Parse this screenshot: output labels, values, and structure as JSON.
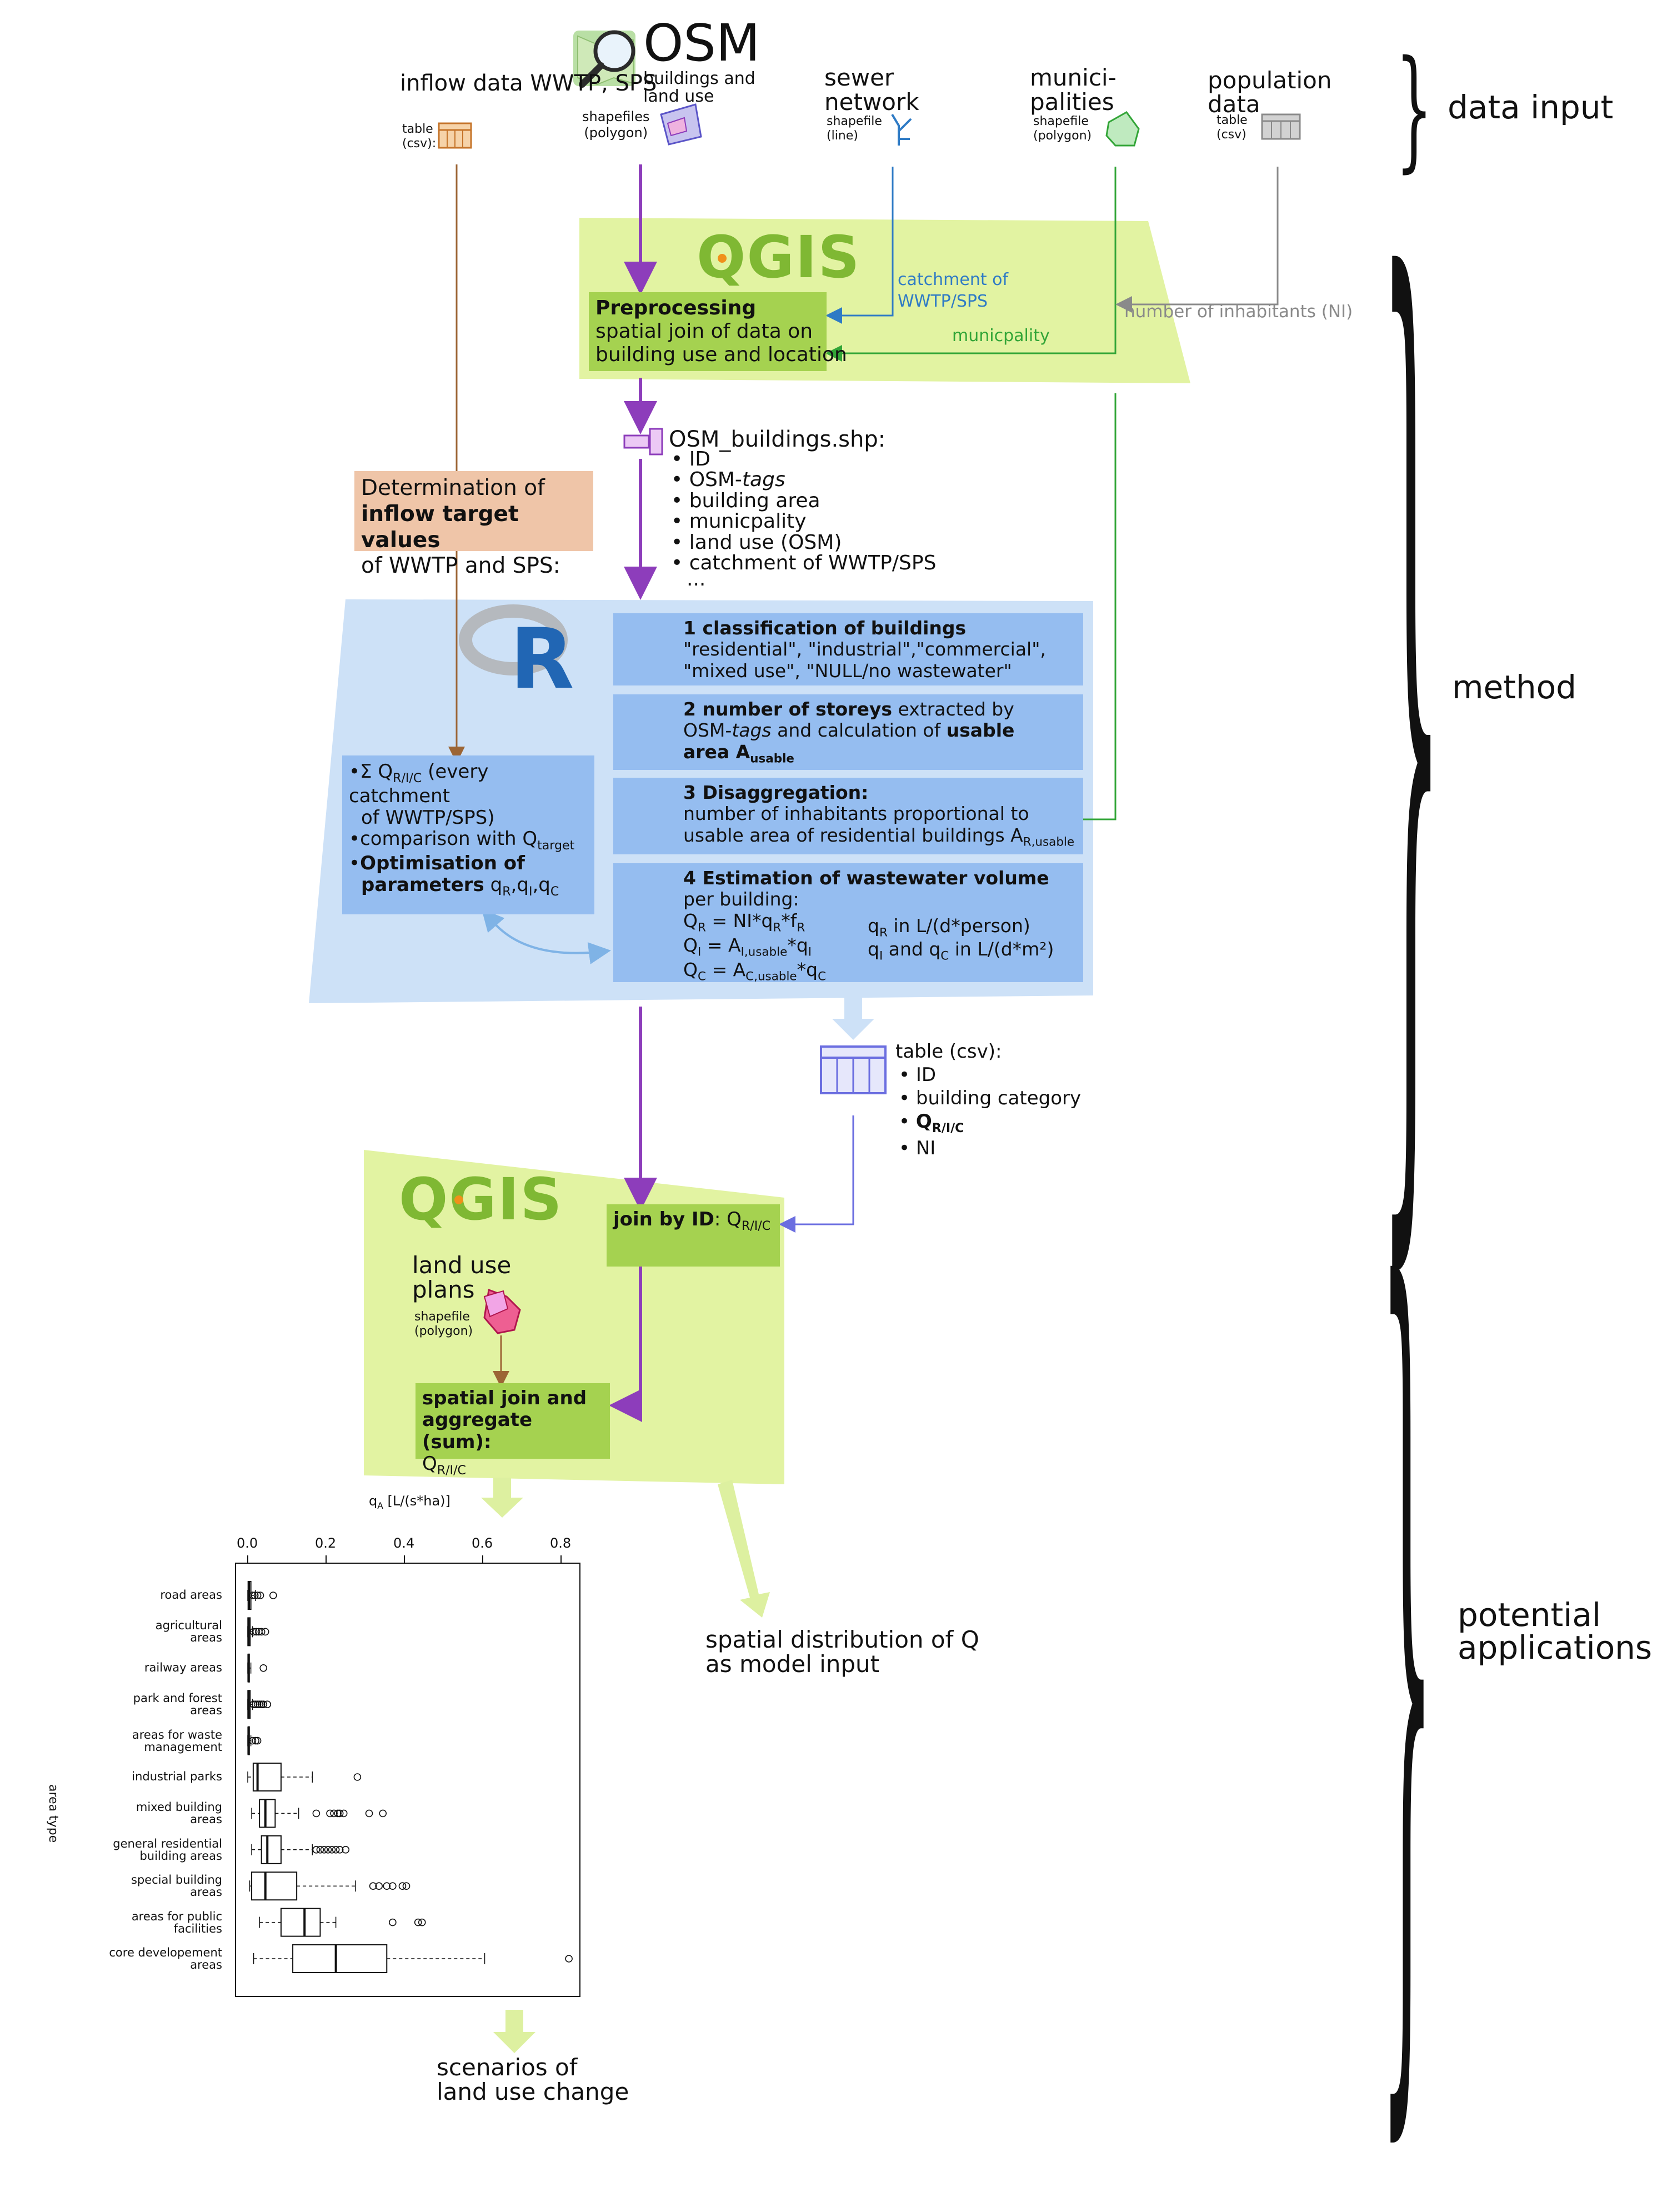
{
  "inputs": {
    "inflow": {
      "title": "inflow data\nWWTP, SPS",
      "sub": "table\n(csv):"
    },
    "osm": {
      "title": "OSM",
      "subtitle": "buildings and\nland use",
      "sub": "shapefiles\n(polygon)"
    },
    "sewer": {
      "title": "sewer\nnetwork",
      "sub": "shapefile\n(line)"
    },
    "muni": {
      "title": "munici-\npalities",
      "sub": "shapefile\n(polygon)"
    },
    "pop": {
      "title": "population\ndata",
      "sub": "table\n(csv)"
    }
  },
  "sections": {
    "data_input": "data input",
    "method": "method",
    "potential_applications": "potential\napplications"
  },
  "qgis_logo": "QGIS",
  "r_logo": "R",
  "preprocessing": {
    "title": "Preprocessing",
    "text": "spatial join of data on\nbuilding use and location",
    "catchment_label": "catchment of\nWWTP/SPS",
    "municipality_label": "municpality",
    "inhabitants_label": "number of inhabitants (NI)"
  },
  "osm_buildings": {
    "title": "OSM_buildings.shp:",
    "items": [
      "ID",
      "OSM-tags",
      "building area",
      "municpality",
      "land use (OSM)",
      "catchment of WWTP/SPS"
    ],
    "ellipsis": "..."
  },
  "inflow_target": {
    "l1": "Determination of",
    "l2": "inflow target values",
    "l3": "of WWTP and SPS:"
  },
  "steps": {
    "s1": {
      "title": "1 classification of buildings",
      "text": "\"residential\", \"industrial\",\"commercial\",\n\"mixed use\", \"NULL/no wastewater\""
    },
    "s2": {
      "title": "2 number of storeys",
      "t1": " extracted by",
      "t2": "OSM-",
      "t2i": "tags",
      "t3": " and calculation of ",
      "t3b": "usable",
      "t4b": "area A",
      "t4sub": "usable"
    },
    "s3": {
      "title": "3 Disaggregation:",
      "t1": "number of inhabitants proportional to",
      "t2": "usable area of residential buildings A",
      "t2sub": "R,usable"
    },
    "s4": {
      "title": "4 Estimation of wastewater volume",
      "t1": "per building:",
      "unit1": "in L/(d*person)",
      "unit2": "in L/(d*m²)"
    }
  },
  "optimisation": {
    "l1": "Σ Q",
    "l1sub": "R/I/C",
    "l1b": " (every catchment",
    "l2": "of WWTP/SPS)",
    "l3": "comparison with Q",
    "l3sub": "target",
    "l4": "Optimisation of",
    "l5": "parameters"
  },
  "table_output": {
    "title": "table (csv):",
    "items": [
      "ID",
      "building category",
      "Q",
      "NI"
    ],
    "qsub": "R/I/C"
  },
  "join_by_id": {
    "title": "join by ID",
    "text": ": Q",
    "sub": "R/I/C"
  },
  "land_use": {
    "title": "land use\nplans",
    "sub": "shapefile\n(polygon)"
  },
  "spatial_join": {
    "l1": "spatial join and",
    "l2": "aggregate (sum):",
    "l3": "Q",
    "l3sub": "R/I/C"
  },
  "spatial_distribution": "spatial distribution of Q\nas model input",
  "scenarios": "scenarios of\nland use change",
  "colors": {
    "qgis_green": "#e2f3a2",
    "qgis_box": "#a5d250",
    "r_blue": "#cde1f7",
    "r_box": "#95bdf0",
    "orange": "#efc5a8",
    "purple": "#8d3dbb",
    "brown": "#9c6535",
    "sewer_blue": "#2f7bc5",
    "muni_green": "#32a537",
    "gray": "#8a8a8a",
    "light_arrow": "#ddf0a0"
  },
  "chart_data": {
    "type": "boxplot",
    "orientation": "horizontal",
    "xlabel": "q",
    "xlabel_sub": "A",
    "xlabel_unit": "[L/(s*ha)]",
    "ylabel": "area type",
    "xlim": [
      0.0,
      0.85
    ],
    "xticks": [
      "0.0",
      "0.2",
      "0.4",
      "0.6",
      "0.8"
    ],
    "xtick_values": [
      0.0,
      0.2,
      0.4,
      0.6,
      0.8
    ],
    "categories": [
      "road areas",
      "agricultural\nareas",
      "railway areas",
      "park and forest\nareas",
      "areas for waste\nmanagement",
      "industrial parks",
      "mixed building\nareas",
      "general residential\nbuilding areas",
      "special building\nareas",
      "areas for public\nfacilities",
      "core developement\nareas"
    ],
    "series": [
      {
        "min": 0.0,
        "q1": 0.001,
        "median": 0.003,
        "q3": 0.008,
        "max": 0.02,
        "outliers": [
          0.012,
          0.018,
          0.025,
          0.032,
          0.065
        ]
      },
      {
        "min": 0.0,
        "q1": 0.0005,
        "median": 0.002,
        "q3": 0.006,
        "max": 0.012,
        "outliers": [
          0.015,
          0.022,
          0.028,
          0.035,
          0.045
        ]
      },
      {
        "min": 0.0,
        "q1": 0.001,
        "median": 0.002,
        "q3": 0.004,
        "max": 0.008,
        "outliers": [
          0.04
        ]
      },
      {
        "min": 0.0,
        "q1": 0.0005,
        "median": 0.002,
        "q3": 0.006,
        "max": 0.012,
        "outliers": [
          0.015,
          0.02,
          0.025,
          0.03,
          0.035,
          0.04,
          0.05
        ]
      },
      {
        "min": 0.0,
        "q1": 0.001,
        "median": 0.002,
        "q3": 0.004,
        "max": 0.008,
        "outliers": [
          0.012,
          0.02,
          0.025
        ]
      },
      {
        "min": 0.0,
        "q1": 0.014,
        "median": 0.025,
        "q3": 0.085,
        "max": 0.165,
        "outliers": [
          0.28
        ]
      },
      {
        "min": 0.01,
        "q1": 0.03,
        "median": 0.045,
        "q3": 0.07,
        "max": 0.13,
        "outliers": [
          0.175,
          0.21,
          0.22,
          0.23,
          0.235,
          0.245,
          0.31,
          0.345
        ]
      },
      {
        "min": 0.01,
        "q1": 0.035,
        "median": 0.05,
        "q3": 0.085,
        "max": 0.165,
        "outliers": [
          0.175,
          0.185,
          0.195,
          0.205,
          0.215,
          0.225,
          0.235,
          0.25
        ]
      },
      {
        "min": 0.005,
        "q1": 0.01,
        "median": 0.045,
        "q3": 0.125,
        "max": 0.275,
        "outliers": [
          0.32,
          0.335,
          0.355,
          0.37,
          0.395,
          0.405
        ]
      },
      {
        "min": 0.03,
        "q1": 0.085,
        "median": 0.145,
        "q3": 0.185,
        "max": 0.225,
        "outliers": [
          0.37,
          0.435,
          0.445
        ]
      },
      {
        "min": 0.015,
        "q1": 0.115,
        "median": 0.225,
        "q3": 0.355,
        "max": 0.605,
        "outliers": [
          0.82
        ]
      }
    ]
  }
}
